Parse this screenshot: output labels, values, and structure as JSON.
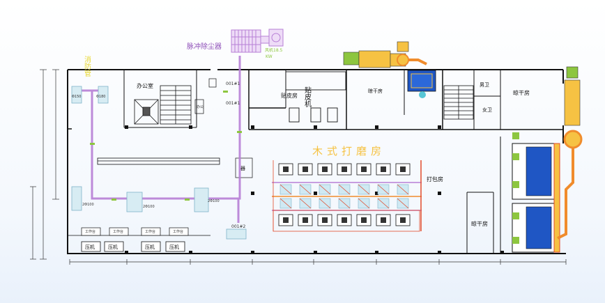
{
  "labels": {
    "dust_collector": "脉冲除尘器",
    "fan": "风机18.5",
    "kw": "KW",
    "fire_pipe": "消防管",
    "office": "办公室",
    "office_tag": "办公",
    "bond_room": "贴皮房",
    "bond_machine": "贴皮机",
    "drying_room": "晾干房",
    "drying_room_2": "晾干房",
    "drying_room_3": "晾干房",
    "male_wc": "男卫",
    "female_wc": "女卫",
    "packing_room": "打包房",
    "wood_packing": "木式打磨房",
    "small_box": "器",
    "tag_001_1": "001#1",
    "tag_001_2": "001#1",
    "tag_001_3": "001#2",
    "pipe_150": "Φ150",
    "pipe_180": "Φ180",
    "pipe_a": "2Φ100",
    "pipe_b": "2Φ100",
    "pipe_c": "2Φ100",
    "compressor": "压机",
    "tool": "工作台"
  },
  "colors": {
    "wall": "#111111",
    "duct": "#b77fd6",
    "duct_light": "#c9a3e6",
    "label_green": "#8dc63f",
    "yellow": "#f6c243",
    "blue": "#1f56c4",
    "orange": "#f08c2c",
    "red": "#e24b2a",
    "cyan": "#57c6d6"
  }
}
